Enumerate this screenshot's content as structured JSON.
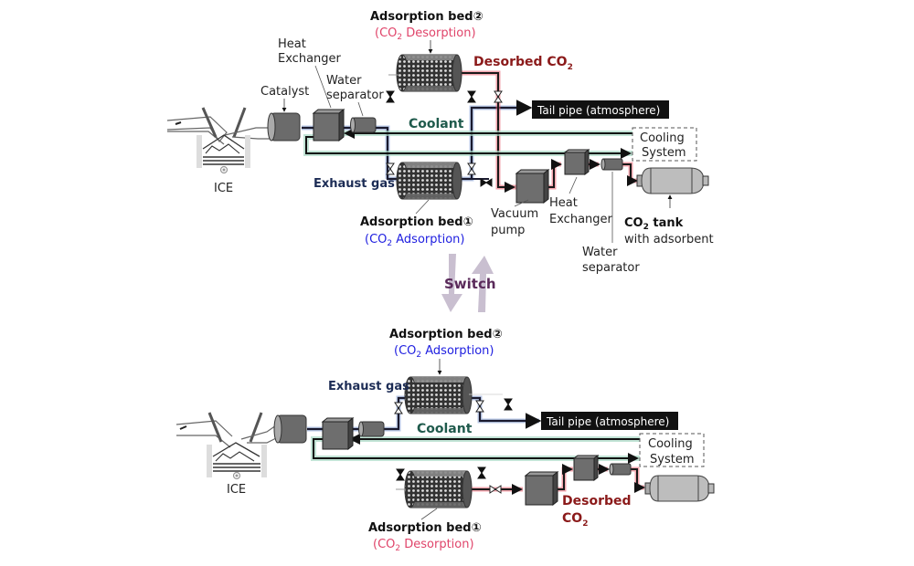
{
  "title": "CO2 capture system with switching adsorption beds",
  "colors": {
    "exhaust_pipe": "#1a1a2e",
    "exhaust_glow": "#8ea6d8",
    "co2_pipe": "#1a1a1a",
    "co2_glow": "#e85a6a",
    "coolant_glow": "#a8d8c4",
    "desorption_text": "#e0446a",
    "adsorption_text": "#2020e0",
    "desorbed_co2_text": "#8b1a1a",
    "switch_text": "#5a2a5a",
    "switch_arrow": "#c9bfd0"
  },
  "top": {
    "engine_label": "ICE",
    "catalyst_label": "Catalyst",
    "heat_exchanger_label": [
      "Heat",
      "Exchanger"
    ],
    "water_separator_label": [
      "Water",
      "separator"
    ],
    "bed2": {
      "name": "Adsorption bed②",
      "state_prefix": "(CO",
      "state_sub": "2",
      "state_suffix": " Desorption)"
    },
    "bed1": {
      "name": "Adsorption bed①",
      "state_prefix": "(CO",
      "state_sub": "2",
      "state_suffix": " Adsorption)"
    },
    "desorbed_co2": {
      "prefix": "Desorbed CO",
      "sub": "2"
    },
    "coolant_label": "Coolant",
    "exhaust_label": "Exhaust gas",
    "tailpipe_label": "Tail pipe (atmosphere)",
    "cooling_system_label": [
      "Cooling",
      "System"
    ],
    "vacuum_pump_label": [
      "Vacuum",
      "pump"
    ],
    "heat_exchanger2_label": [
      "Heat",
      "Exchanger"
    ],
    "water_separator2_label": [
      "Water",
      "separator"
    ],
    "co2_tank": {
      "prefix": "CO",
      "sub": "2",
      "suffix": " tank",
      "detail": "with adsorbent"
    }
  },
  "switch_label": "Switch",
  "bottom": {
    "engine_label": "ICE",
    "bed2": {
      "name": "Adsorption bed②",
      "state_prefix": "(CO",
      "state_sub": "2",
      "state_suffix": " Adsorption)"
    },
    "bed1": {
      "name": "Adsorption bed①",
      "state_prefix": "(CO",
      "state_sub": "2",
      "state_suffix": " Desorption)"
    },
    "exhaust_label": "Exhaust gas",
    "coolant_label": "Coolant",
    "tailpipe_label": "Tail pipe (atmosphere)",
    "cooling_system_label": [
      "Cooling",
      "System"
    ],
    "desorbed_co2": {
      "line1": "Desorbed",
      "prefix": "CO",
      "sub": "2"
    }
  }
}
